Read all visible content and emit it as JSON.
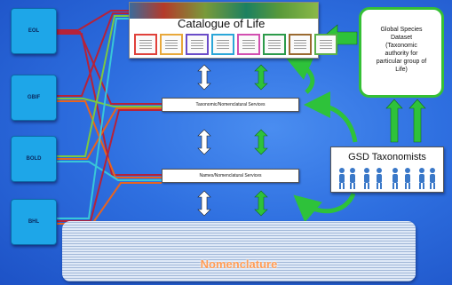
{
  "sources": [
    {
      "label": "EOL"
    },
    {
      "label": "GBIF"
    },
    {
      "label": "BOLD"
    },
    {
      "label": "BHL"
    }
  ],
  "catalogue": {
    "title": "Catalogue of Life",
    "card_colors": [
      "#e0413a",
      "#e8a83a",
      "#6a4cc8",
      "#2aa6d8",
      "#d24fb0",
      "#2c9a4a",
      "#9a6a30",
      "#5ab04a"
    ]
  },
  "services": {
    "taxonomic": "Taxonomic/Nomenclatural Services",
    "names": "Names/Nomenclatural Services"
  },
  "gsd_dataset": {
    "line1": "Global Species",
    "line2": "Dataset",
    "line3": "(Taxonomic",
    "line4": "authority for",
    "line5": "particular group of",
    "line6": "Life)"
  },
  "gsd_taxonomists": {
    "title": "GSD Taxonomists"
  },
  "nomenclature": {
    "label": "Nomenclature"
  },
  "colors": {
    "background": "#2e6fe0",
    "source_box": "#1ea6e8",
    "green_arrow": "#2ec23a",
    "white_arrow": "#ffffff",
    "wire_red": "#b5223a",
    "wire_orange": "#e8641e",
    "wire_green": "#7ac843",
    "wire_cyan": "#38c7d8",
    "nomenclature_text": "#ff9c55"
  }
}
